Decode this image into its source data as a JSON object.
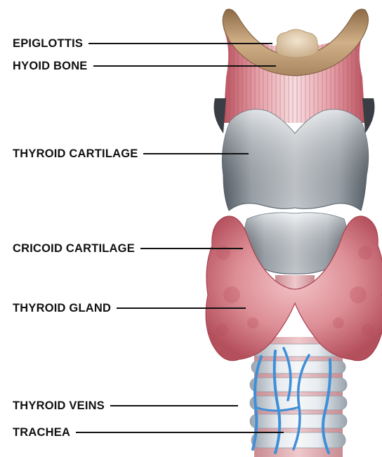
{
  "diagram": {
    "labels": [
      {
        "id": "epiglottis",
        "text": "EPIGLOTTIS"
      },
      {
        "id": "hyoid-bone",
        "text": "HYOID BONE"
      },
      {
        "id": "thyroid-cartilage",
        "text": "THYROID CARTILAGE"
      },
      {
        "id": "cricoid-cartilage",
        "text": "CRICOID CARTILAGE"
      },
      {
        "id": "thyroid-gland",
        "text": "THYROID GLAND"
      },
      {
        "id": "thyroid-veins",
        "text": "THYROID VEINS"
      },
      {
        "id": "trachea",
        "text": "TRACHEA"
      }
    ]
  },
  "colors": {
    "label_text": "#111111",
    "leader_line": "#111111",
    "hyoid_bone": "#c9a97c",
    "epiglottis": "#e2ccac",
    "muscle": "#d98a94",
    "cartilage": "#a9b3bd",
    "thyroid_gland": "#cf6d7a",
    "trachea": "#dde2e8",
    "veins": "#3f8fd8"
  }
}
